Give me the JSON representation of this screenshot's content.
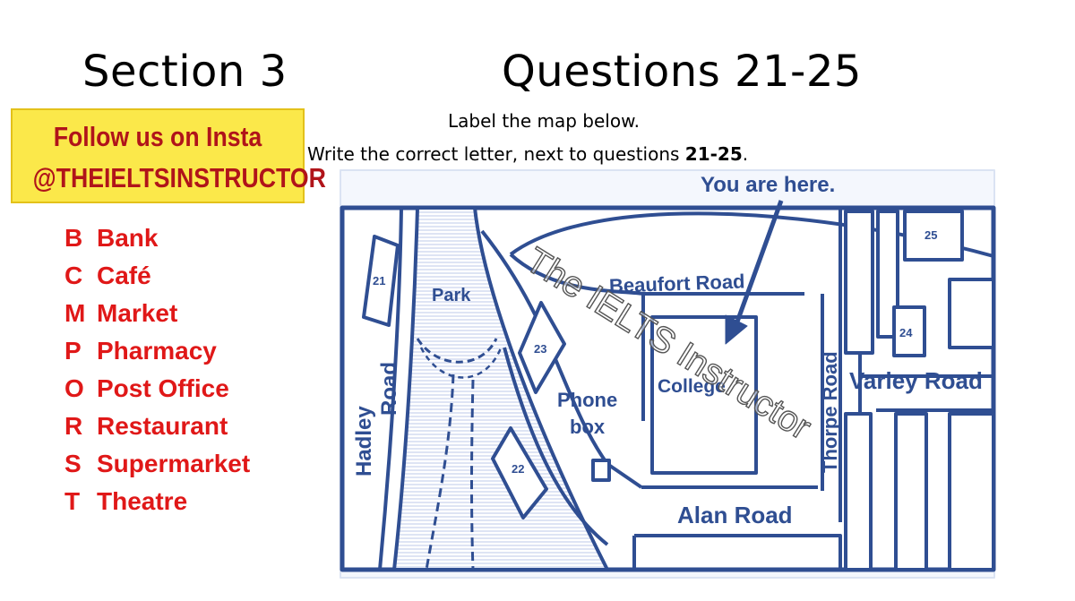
{
  "section_title": "Section 3",
  "questions_title": "Questions 21-25",
  "instructions": {
    "line1": "Label the map below.",
    "line2_prefix": "Write the correct letter, next to questions ",
    "line2_bold": "21-25",
    "line2_suffix": "."
  },
  "promo": {
    "line1": "Follow us on Insta",
    "line2": "@THEIELTSINSTRUCTOR"
  },
  "legend": [
    {
      "letter": "B",
      "name": "Bank"
    },
    {
      "letter": "C",
      "name": "Café"
    },
    {
      "letter": "M",
      "name": "Market"
    },
    {
      "letter": "P",
      "name": "Pharmacy"
    },
    {
      "letter": "O",
      "name": "Post Office"
    },
    {
      "letter": "R",
      "name": "Restaurant"
    },
    {
      "letter": "S",
      "name": "Supermarket"
    },
    {
      "letter": "T",
      "name": "Theatre"
    }
  ],
  "map": {
    "you_are_here": "You are here.",
    "park": "Park",
    "hadley_road": "Hadley",
    "hadley_road_2": "Road",
    "beaufort_road": "Beaufort Road",
    "thorpe_road": "Thorpe Road",
    "varley_road": "Varley Road",
    "alan_road": "Alan Road",
    "college": "College",
    "phone_box_1": "Phone",
    "phone_box_2": "box",
    "q21": "21",
    "q22": "22",
    "q23": "23",
    "q24": "24",
    "q25": "25",
    "watermark": "The IELTS Instructor",
    "line_color": "#2f4e92"
  }
}
